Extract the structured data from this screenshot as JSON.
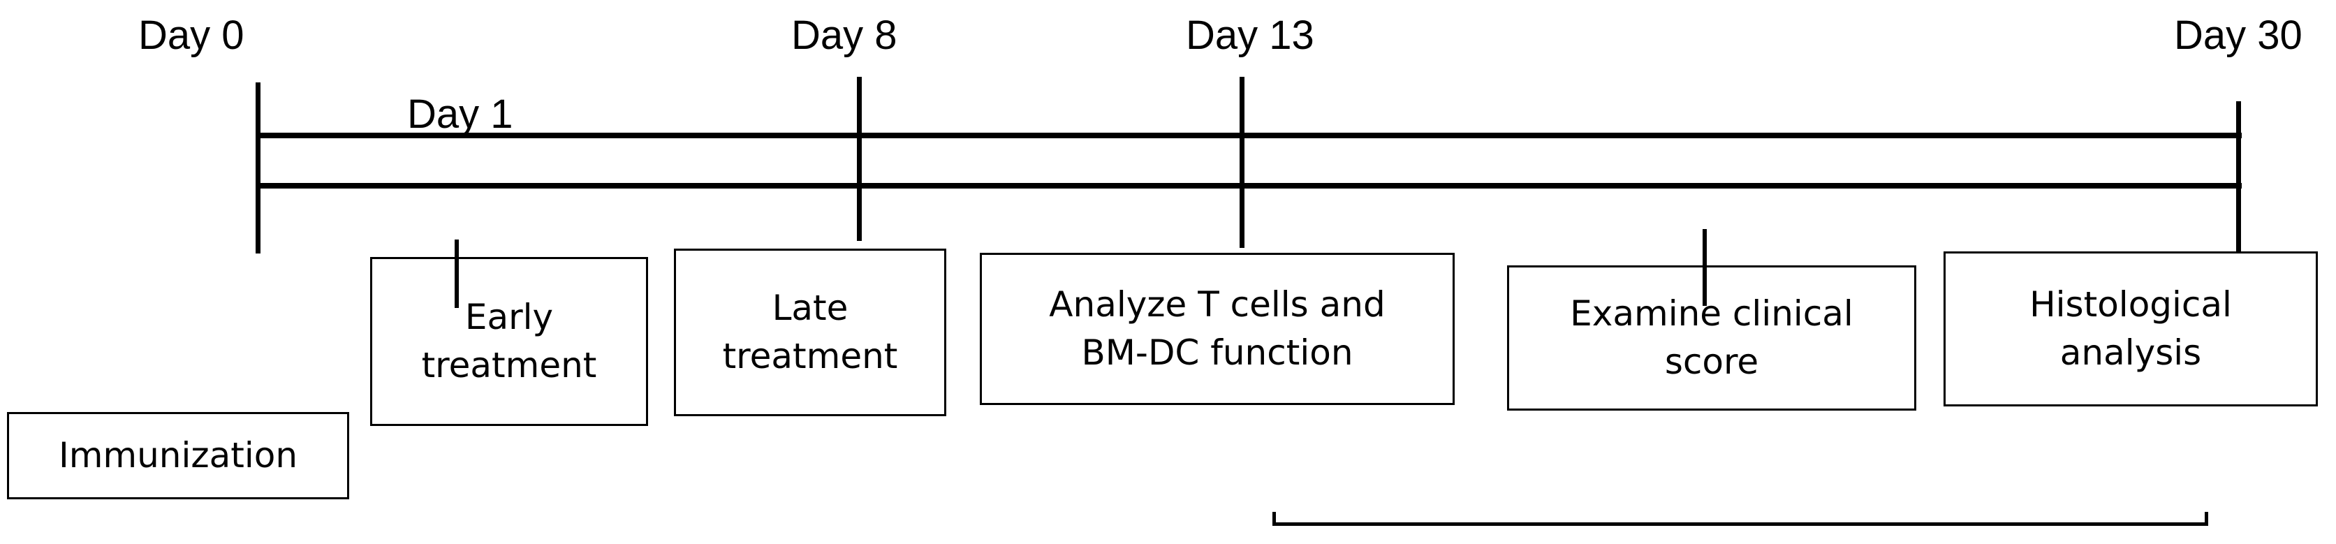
{
  "timeline": {
    "labels": {
      "day0": "Day 0",
      "day1": "Day 1",
      "day8": "Day 8",
      "day13": "Day 13",
      "day30": "Day 30"
    }
  },
  "steps": {
    "immunization": "Immunization",
    "early_treatment": "Early\ntreatment",
    "late_treatment": "Late\ntreatment",
    "analyze": "Analyze T cells and\nBM-DC function",
    "examine": "Examine clinical\nscore",
    "histological": "Histological\nanalysis"
  }
}
